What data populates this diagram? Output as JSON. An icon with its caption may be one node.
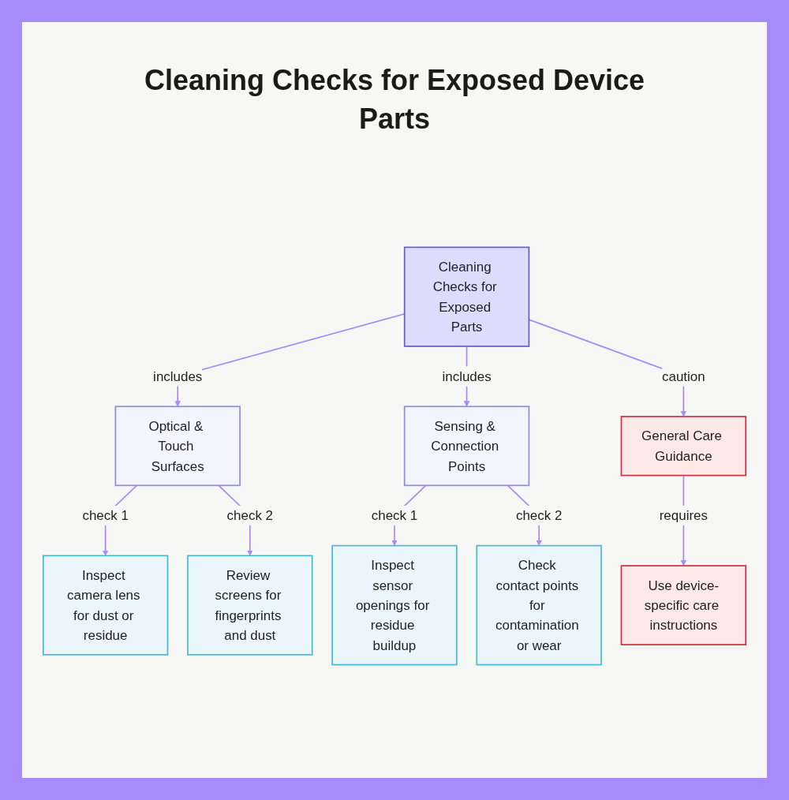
{
  "diagram": {
    "title": "Cleaning Checks for Exposed Device Parts",
    "nodes": [
      {
        "text": [
          "Cleaning Checks for Exposed Parts"
        ]
      },
      {
        "text": [
          "Optical & Touch Surfaces"
        ]
      },
      {
        "text": [
          "Sensing & Connection Points"
        ]
      },
      {
        "text": [
          "General Care Guidance"
        ]
      },
      {
        "text": [
          "Inspect camera lens for dust or residue"
        ]
      },
      {
        "text": [
          "Review screens for fingerprints and dust"
        ]
      },
      {
        "text": [
          "Inspect sensor openings for residue buildup"
        ]
      },
      {
        "text": [
          "Check contact points for contamination or wear"
        ]
      },
      {
        "text": [
          "Use device-specific care instructions"
        ]
      }
    ],
    "edges": [
      {
        "from": 0,
        "to": 1,
        "arrow": "to",
        "label": "includes"
      },
      {
        "from": 0,
        "to": 2,
        "arrow": "to",
        "label": "includes"
      },
      {
        "from": 0,
        "to": 3,
        "arrow": "to",
        "label": "caution"
      },
      {
        "from": 1,
        "to": 4,
        "arrow": "to",
        "label": "check 1"
      },
      {
        "from": 1,
        "to": 5,
        "arrow": "to",
        "label": "check 2"
      },
      {
        "from": 2,
        "to": 6,
        "arrow": "to",
        "label": "check 1"
      },
      {
        "from": 2,
        "to": 7,
        "arrow": "to",
        "label": "check 2"
      },
      {
        "from": 3,
        "to": 8,
        "arrow": "to",
        "label": "requires"
      }
    ]
  }
}
